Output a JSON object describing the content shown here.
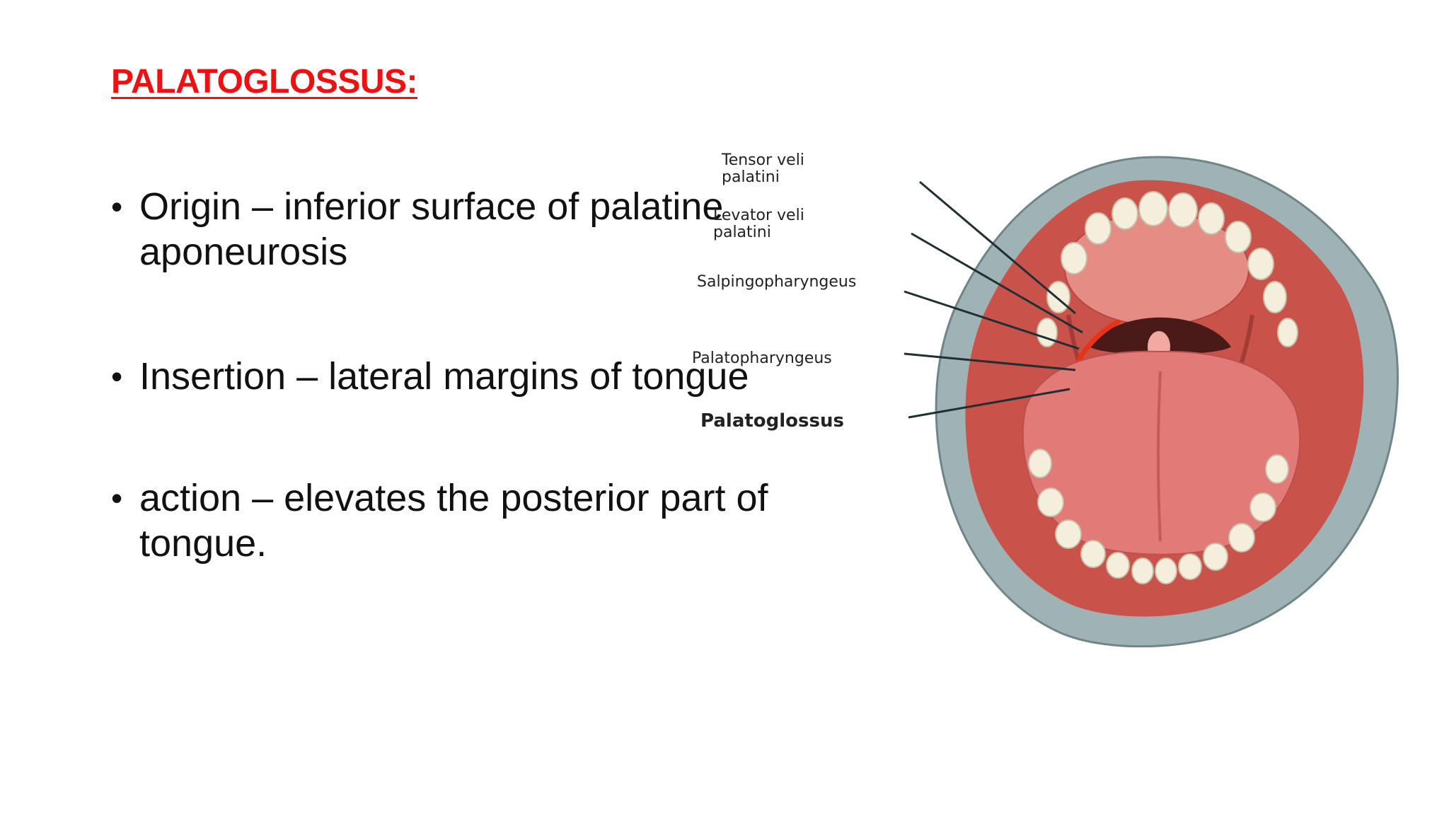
{
  "slide": {
    "title": "PALATOGLOSSUS:",
    "bullets": [
      {
        "bullet_char": "•",
        "text": "Origin – inferior surface of palatine\naponeurosis"
      },
      {
        "bullet_char": "•",
        "text": "Insertion – lateral margins of tongue"
      },
      {
        "bullet_char": "•",
        "text": "action – elevates the posterior part of\ntongue."
      }
    ]
  },
  "figure": {
    "labels": {
      "tensor": "Tensor veli\npalatini",
      "levator": "Levator veli\npalatini",
      "salpingo": "Salpingopharyngeus",
      "palatopharyngeus": "Palatopharyngeus",
      "palatoglossus": "Palatoglossus"
    },
    "colors": {
      "title_red": "#ee1111",
      "lip_grey": "#9fb3b5",
      "mouth_red": "#c9524b",
      "tongue_pink": "#e27a78",
      "tooth_white": "#f4eedd",
      "muscle_highlight": "#e8331a"
    }
  }
}
